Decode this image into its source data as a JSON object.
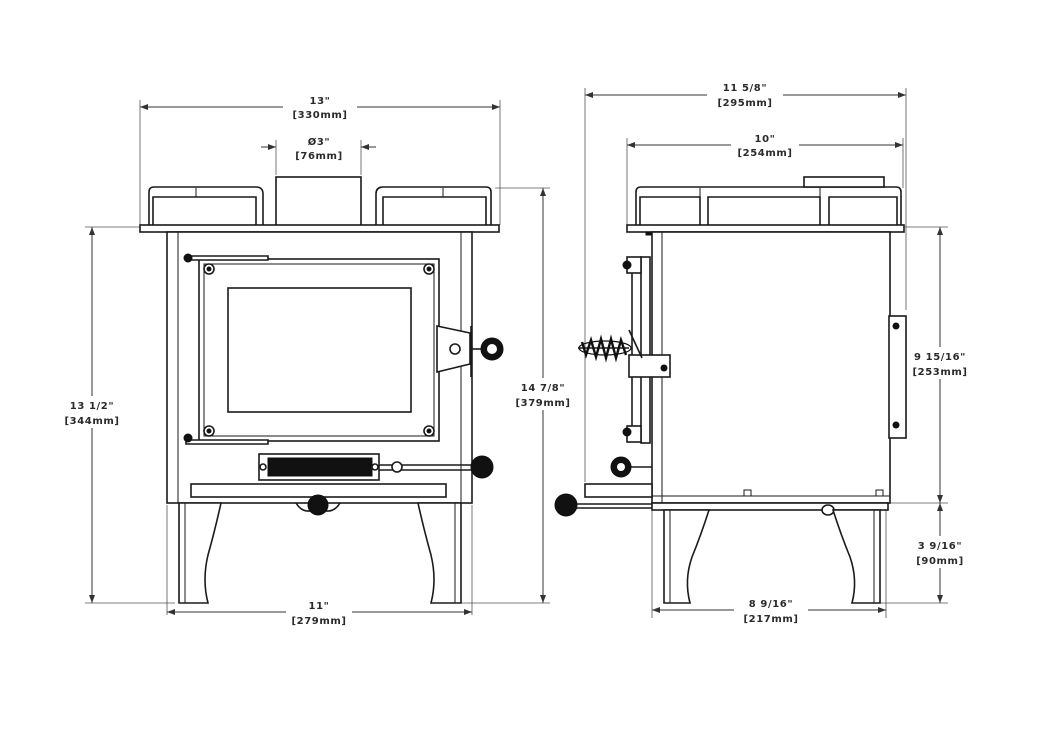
{
  "front_view": {
    "width": {
      "imperial": "13\"",
      "metric": "[330mm]"
    },
    "flue": {
      "imperial": "Ø3\"",
      "metric": "[76mm]"
    },
    "height": {
      "imperial": "13 1/2\"",
      "metric": "[344mm]"
    },
    "total_height": {
      "imperial": "14 7/8\"",
      "metric": "[379mm]"
    },
    "leg_span": {
      "imperial": "11\"",
      "metric": "[279mm]"
    }
  },
  "side_view": {
    "overall_depth": {
      "imperial": "11 5/8\"",
      "metric": "[295mm]"
    },
    "body_depth": {
      "imperial": "10\"",
      "metric": "[254mm]"
    },
    "body_height": {
      "imperial": "9 15/16\"",
      "metric": "[253mm]"
    },
    "leg_height": {
      "imperial": "3 9/16\"",
      "metric": "[90mm]"
    },
    "leg_span": {
      "imperial": "8 9/16\"",
      "metric": "[217mm]"
    }
  }
}
